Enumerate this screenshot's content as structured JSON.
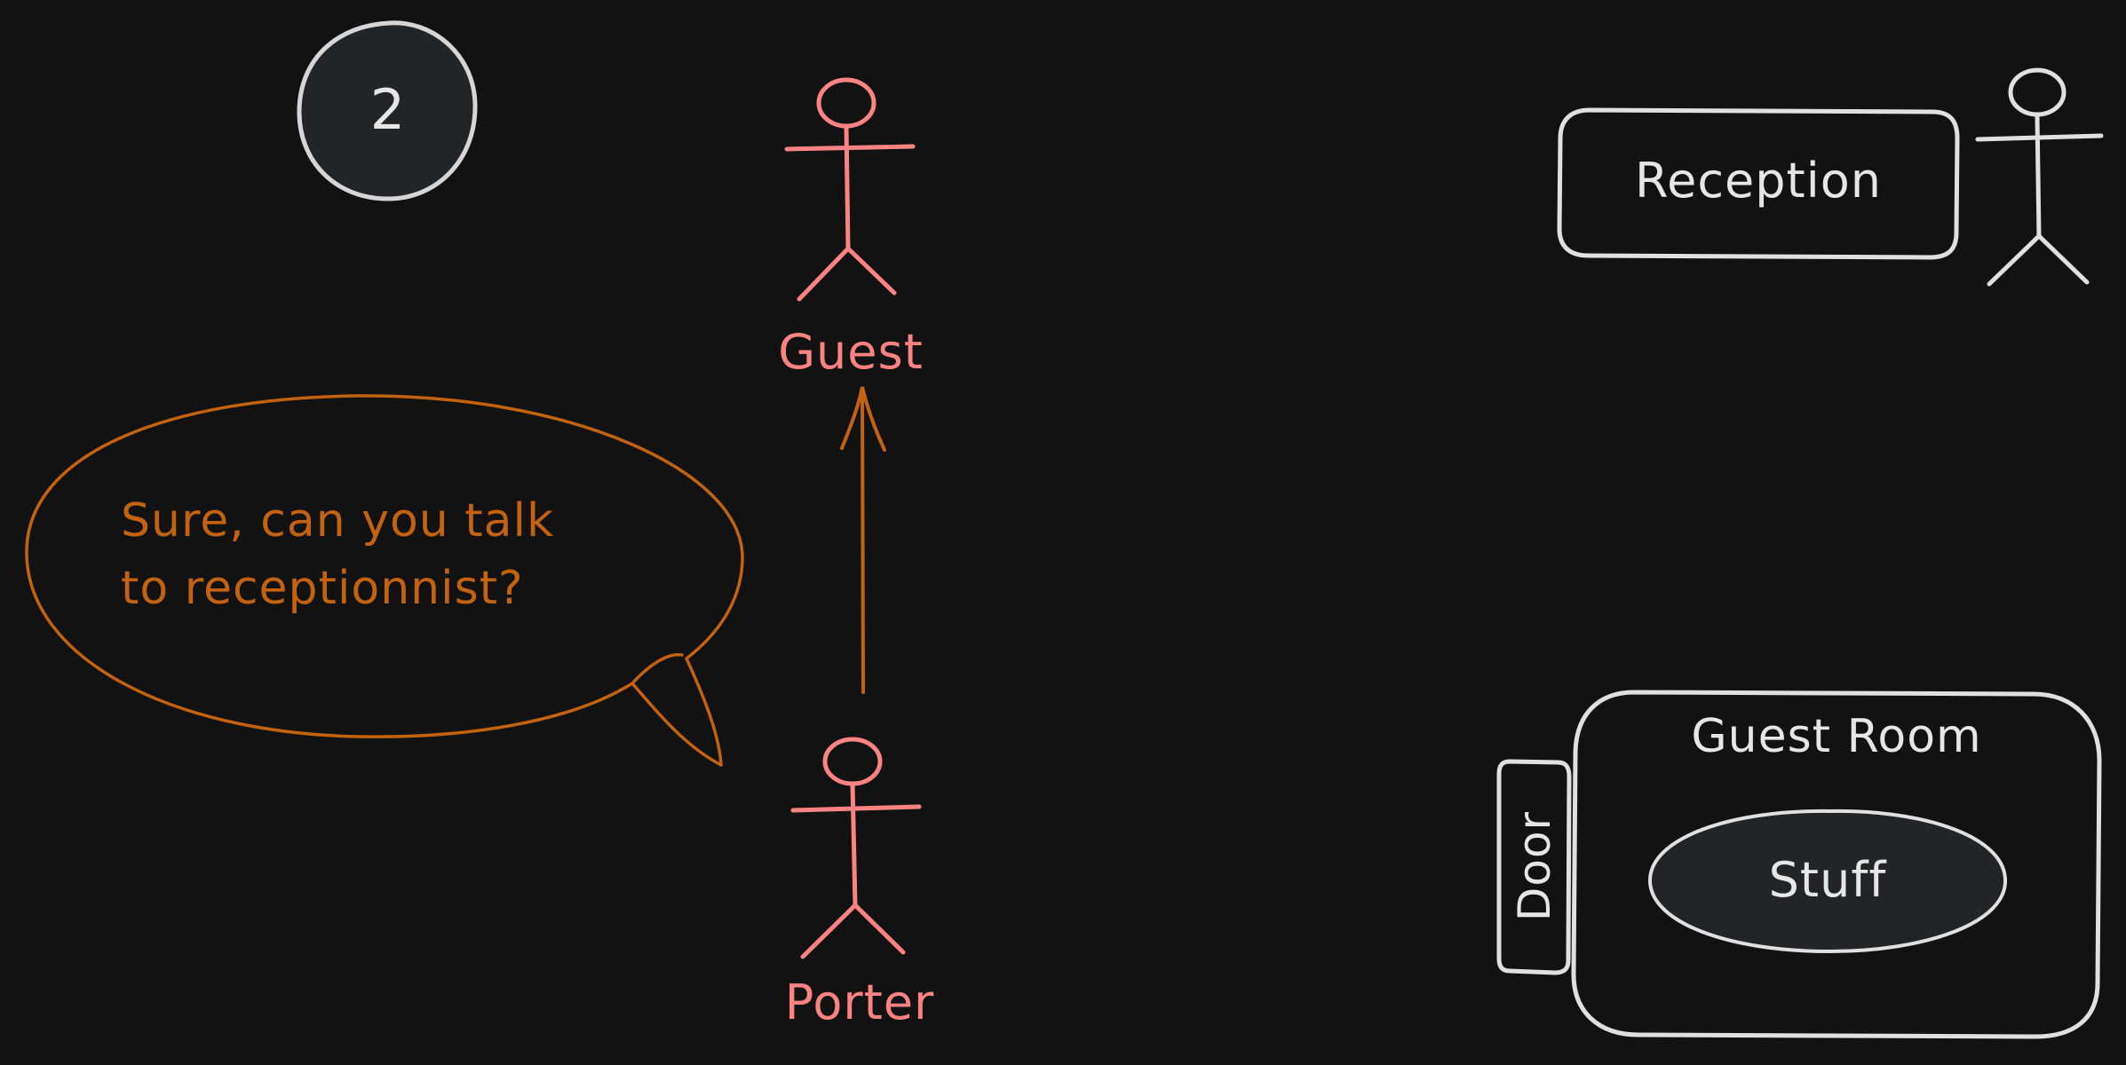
{
  "step_badge": {
    "label": "2"
  },
  "actors": {
    "guest": {
      "label": "Guest"
    },
    "porter": {
      "label": "Porter"
    },
    "receptionist": {
      "label": ""
    }
  },
  "reception": {
    "label": "Reception"
  },
  "speech_bubble": {
    "line1": "Sure, can you talk",
    "line2": "to receptionnist?"
  },
  "guest_room": {
    "title": "Guest Room",
    "stuff_label": "Stuff",
    "door_label": "Door"
  },
  "colors": {
    "background": "#121212",
    "actor": "#ff8383",
    "speech": "#c4630f",
    "neutral": "#e0e0e0",
    "fill_dark": "#232427"
  }
}
